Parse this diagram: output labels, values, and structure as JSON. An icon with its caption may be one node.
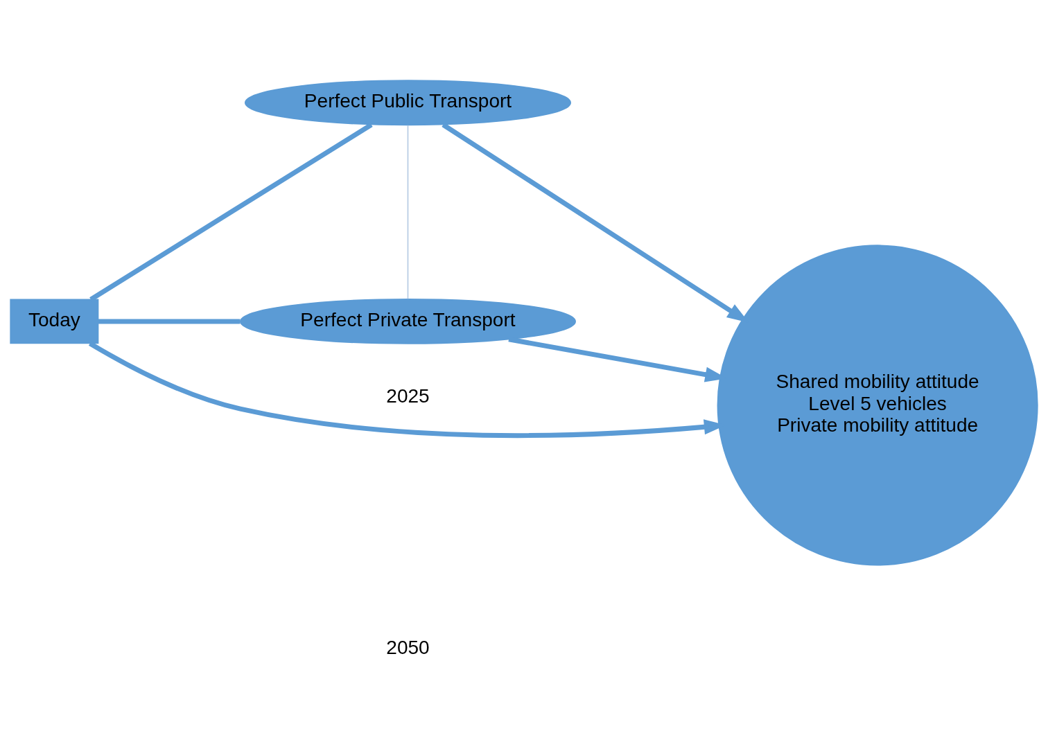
{
  "diagram": {
    "nodes": [
      {
        "text": [
          "Perfect Public Transport"
        ]
      },
      {
        "text": [
          "Today"
        ]
      },
      {
        "text": [
          "Perfect Private Transport"
        ]
      },
      {
        "text": [
          "Shared mobility attitude",
          "Level 5 vehicles",
          "Private mobility attitude"
        ]
      }
    ],
    "edges": [
      {
        "from": 1,
        "to": 0,
        "arrow": "none"
      },
      {
        "from": 1,
        "to": 2,
        "arrow": "none"
      },
      {
        "from": 0,
        "to": 3,
        "arrow": "to"
      },
      {
        "from": 2,
        "to": 3,
        "arrow": "to"
      },
      {
        "from": 1,
        "to": 3,
        "arrow": "to",
        "label": "2025"
      },
      {
        "from": 0,
        "to": 2,
        "arrow": "none",
        "color": "#b8cce4"
      }
    ],
    "labels": [
      "2050"
    ]
  }
}
